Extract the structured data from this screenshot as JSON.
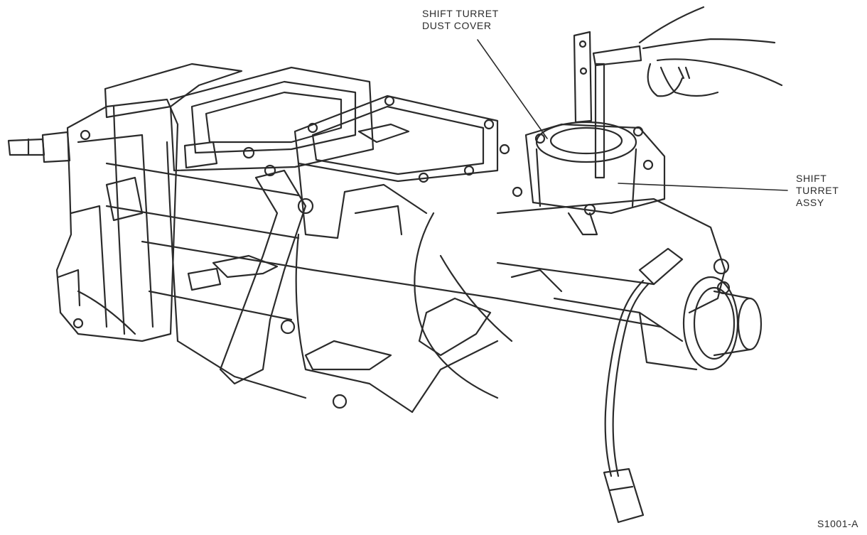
{
  "callouts": {
    "dust_cover": {
      "line1": "SHIFT TURRET",
      "line2": "DUST COVER"
    },
    "turret_assy": {
      "line1": "SHIFT",
      "line2": "TURRET",
      "line3": "ASSY"
    }
  },
  "figure_id": "S1001-A",
  "colors": {
    "ink": "#2b2b2b",
    "paper": "#ffffff"
  }
}
